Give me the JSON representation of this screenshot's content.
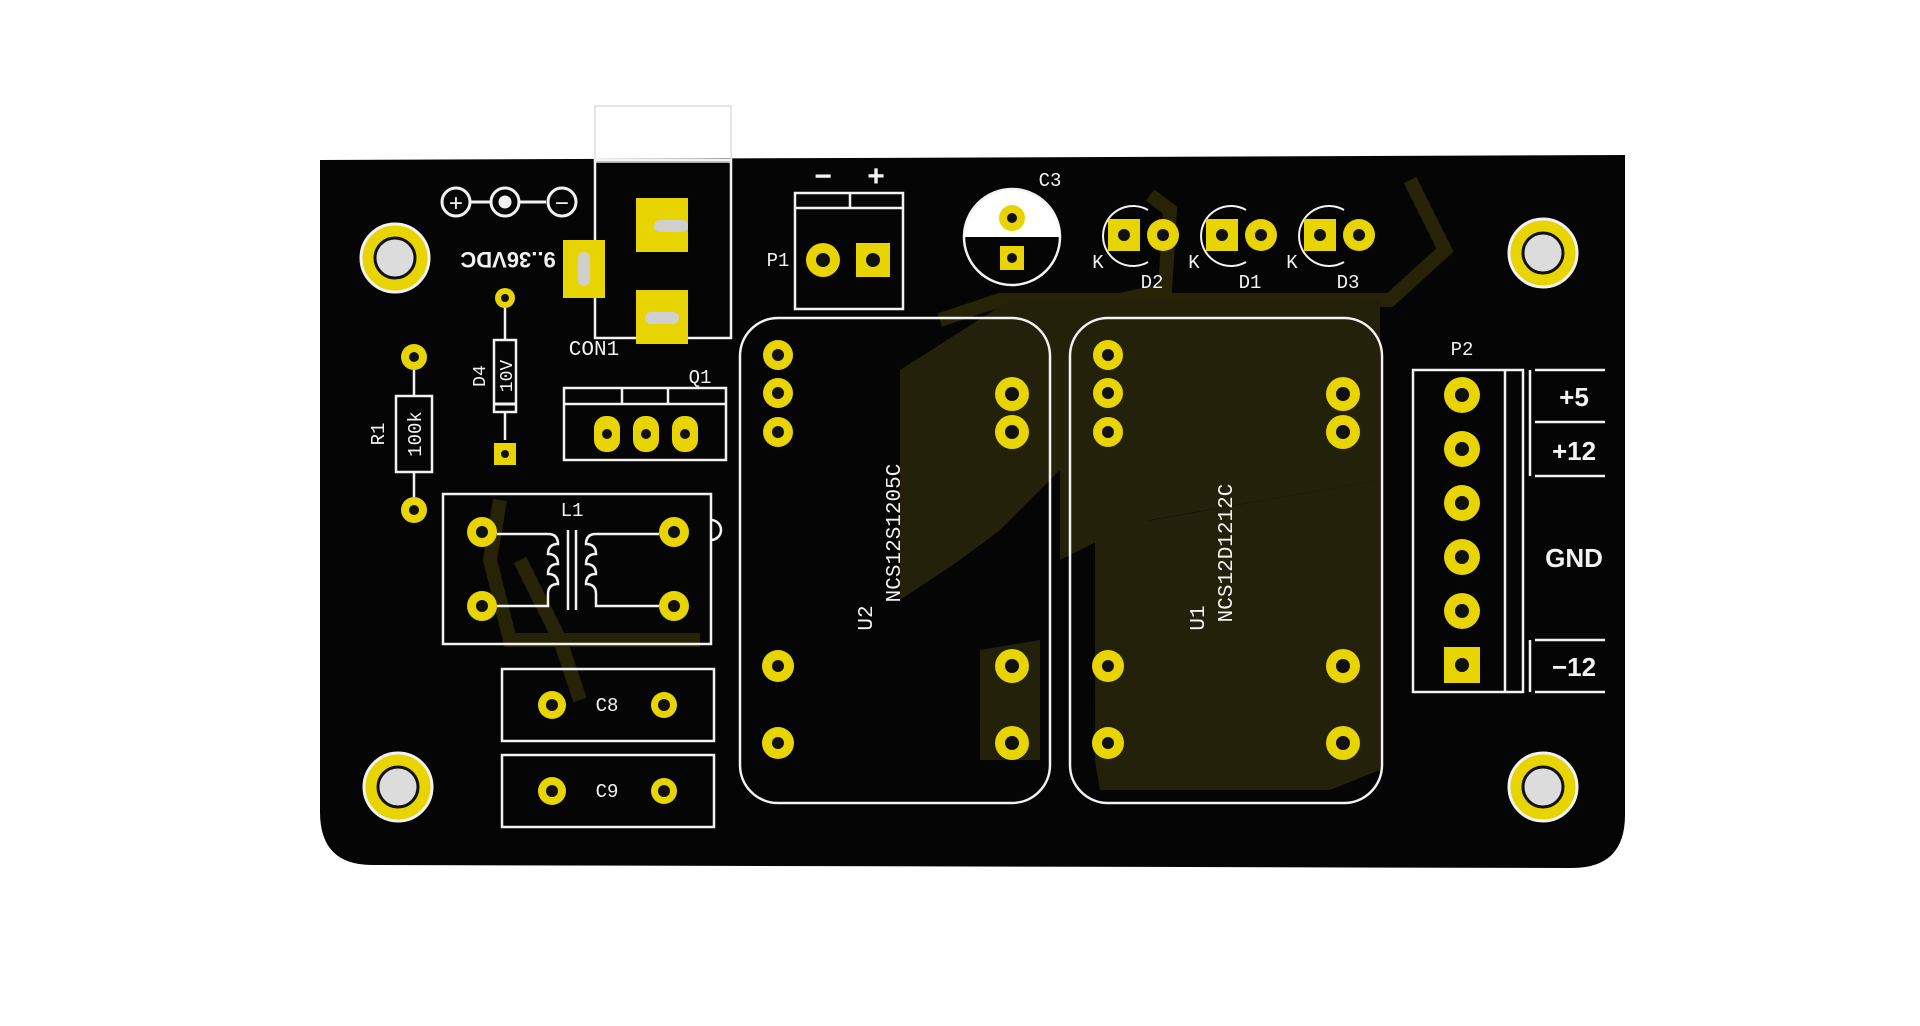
{
  "colors": {
    "background": "#ffffff",
    "board": "#050505",
    "copper": "#2a2708",
    "pad": "#e8d400",
    "silkscreen": "#f2f2f2"
  },
  "board": {
    "dc_input_label": "9..36VDC",
    "polarity_plus": "+",
    "polarity_minus": "−",
    "components": {
      "con1": "CON1",
      "p1": "P1",
      "p1_minus": "−",
      "p1_plus": "+",
      "c3": "C3",
      "d1": "D1",
      "d2": "D2",
      "d3": "D3",
      "d1_k": "K",
      "d2_k": "K",
      "d3_k": "K",
      "d4": "D4",
      "d4_value": "10V",
      "r1": "R1",
      "r1_value": "100k",
      "q1": "Q1",
      "l1": "L1",
      "c8": "C8",
      "c9": "C9",
      "u1": "U1",
      "u1_value": "NCS12D1212C",
      "u2": "U2",
      "u2_value": "NCS12S1205C",
      "p2": "P2"
    },
    "outputs": {
      "plus5": "+5",
      "plus12": "+12",
      "gnd": "GND",
      "minus12": "−12"
    }
  }
}
